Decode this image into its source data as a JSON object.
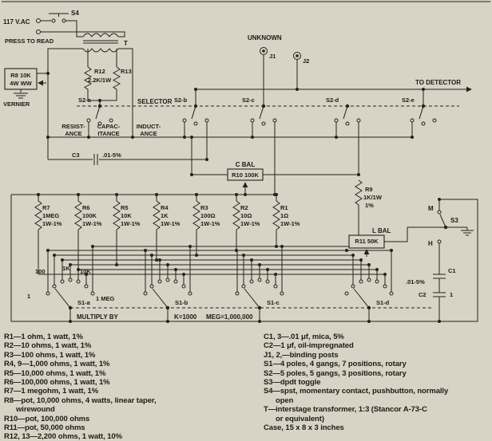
{
  "colors": {
    "bg": "#d7d3c5",
    "ink": "#23231c"
  },
  "top": {
    "voltage": "117 V.AC",
    "s4": "S4",
    "press": "PRESS TO READ",
    "transformer": "T",
    "r8_line1": "R8 10K",
    "r8_line2": "4W WW",
    "vernier": "VERNIER",
    "r12": "R12",
    "r12_value": "2.2K/1W",
    "r13": "R13",
    "unknown": "UNKNOWN",
    "j1": "J1",
    "j2": "J2",
    "detector": "TO DETECTOR"
  },
  "selector": {
    "title": "SELECTOR",
    "s2a": "S2-a",
    "s2b": "S2-b",
    "s2c": "S2-c",
    "s2d": "S2-d",
    "s2e": "S2-e",
    "pos1a": "RESIST-",
    "pos1b": "ANCE",
    "pos2a": "CAPAC-",
    "pos2b": "ITANCE",
    "pos3a": "INDUCT-",
    "pos3b": "ANCE"
  },
  "mid": {
    "c3": "C3",
    "c3_value": ".01-5%",
    "cbal": "C BAL",
    "r10": "R10 100K",
    "r9": "R9",
    "r9_value": "1K/1W",
    "r9_tol": "1%",
    "lbal": "L BAL",
    "r11": "R11 50K",
    "s3": "S3",
    "s3_m": "M",
    "s3_h": "H",
    "c1": "C1",
    "c1_value": ".01-5%",
    "c2": "C2",
    "c2_value": "1"
  },
  "bank": [
    {
      "name": "R7",
      "value": "1MEG",
      "rating": "1W-1%"
    },
    {
      "name": "R6",
      "value": "100K",
      "rating": "1W-1%"
    },
    {
      "name": "R5",
      "value": "10K",
      "rating": "1W-1%"
    },
    {
      "name": "R4",
      "value": "1K",
      "rating": "1W-1%"
    },
    {
      "name": "R3",
      "value": "100Ω",
      "rating": "1W-1%"
    },
    {
      "name": "R2",
      "value": "10Ω",
      "rating": "1W-1%"
    },
    {
      "name": "R1",
      "value": "1Ω",
      "rating": "1W-1%"
    }
  ],
  "multiplier": {
    "s1a": "S1-a",
    "s1b": "S1-b",
    "s1c": "S1-c",
    "s1d": "S1-d",
    "tap1": "1",
    "tap100": "100",
    "tap1k": "1K",
    "tap10k": "10K",
    "tap1meg": "1 MEG",
    "label": "MULTIPLY BY",
    "legend_k": "K=1000",
    "legend_meg": "MEG=1,000,000"
  },
  "parts": {
    "left": [
      "R1—1 ohm, 1 watt, 1%",
      "R2—10 ohms, 1 watt, 1%",
      "R3—100 ohms, 1 watt, 1%",
      "R4, 9—1,000 ohms, 1 watt, 1%",
      "R5—10,000 ohms, 1 watt, 1%",
      "R6—100,000 ohms, 1 watt, 1%",
      "R7—1 megohm, 1 watt, 1%",
      "R8—pot, 10,000 ohms, 4 watts, linear taper,",
      "wirewound",
      "R10—pot, 100,000 ohms",
      "R11—pot, 50,000 ohms",
      "R12, 13—2,200 ohms, 1 watt, 10%"
    ],
    "right": [
      "C1, 3—.01 μf, mica, 5%",
      "C2—1 μf, oil-impregnated",
      "J1, 2,—binding posts",
      "S1—4 poles, 4 gangs, 7 positions, rotary",
      "S2—5 poles, 5 gangs, 3 positions, rotary",
      "S3—dpdt toggle",
      "S4—spst, momentary contact, pushbutton, normally",
      "open",
      "T—interstage transformer, 1:3 (Stancor A-73-C",
      "or equivalent)",
      "Case, 15 x 8 x 3 inches"
    ]
  }
}
